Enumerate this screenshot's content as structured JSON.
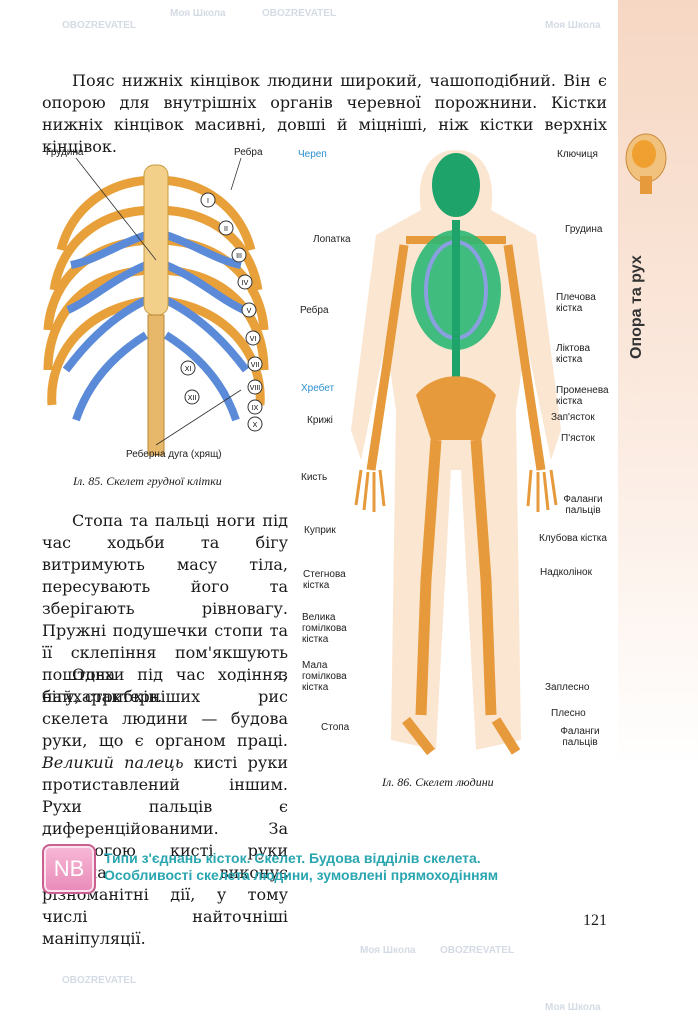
{
  "top_paragraph": "Пояс нижніх кінцівок людини широкий, чашоподібний. Він є опорою для внутрішніх органів черевної порожнини. Кістки нижніх кінцівок масивні, довші й міцніші, ніж кістки верхніх кінцівок.",
  "sidebar": {
    "title": "Опора та рух"
  },
  "figure85": {
    "caption": "Іл. 85. Скелет грудної клітки",
    "labels": {
      "grudyna": "Грудина",
      "rebra": "Ребра",
      "arc": "Реберна дуга (хрящ)"
    },
    "roman": [
      "I",
      "II",
      "III",
      "IV",
      "V",
      "VI",
      "VII",
      "VIII",
      "IX",
      "X",
      "XI",
      "XII"
    ]
  },
  "figure86": {
    "caption": "Іл. 86. Скелет людини",
    "labels": {
      "cherep": "Череп",
      "klyuchytsia": "Ключиця",
      "lopatka": "Лопатка",
      "grudyna": "Грудина",
      "rebra": "Ребра",
      "plechova": "Плечова кістка",
      "liktova": "Ліктова кістка",
      "khrebet": "Хребет",
      "promeneva": "Променева кістка",
      "kryzhi": "Крижі",
      "zapiastok": "Зап'ясток",
      "piastok": "П'ясток",
      "kyst": "Кисть",
      "falangy_palcia_hand": "Фаланги пальців",
      "kupryk": "Куприк",
      "klubova": "Клубова кістка",
      "stegnova": "Стегнова кістка",
      "nadkolinok": "Надколінок",
      "velyka": "Велика гомілкова кістка",
      "mala": "Мала гомілкова кістка",
      "zaplesno": "Заплесно",
      "plesno": "Плесно",
      "stopa": "Стопа",
      "falangy_palciv_foot": "Фаланги пальців"
    }
  },
  "paragraph_foot": "Стопа та пальці ноги під час ходьби та бігу витримують масу тіла, пересувають його та зберігають рівновагу. Пружні подушечки стопи та її склепіння пом'якшують поштовхи під час ходіння, бігу, стрибків.",
  "paragraph_hand_a": "Одна з найхарактерніших рис скелета людини — будова руки, що є органом праці. ",
  "paragraph_hand_italic": "Великий палець",
  "paragraph_hand_b": " кисті руки протиставлений іншим. Рухи пальців є диференційованими. За допомогою кисті руки людина виконує різноманітні дії, у тому числі найточніші маніпуляції.",
  "nb": {
    "icon_text": "NB",
    "line1": "Типи з'єднань кісток. Скелет. Будова відділів скелета.",
    "line2": "Особливості скелета людини, зумовлені прямоходінням"
  },
  "page_number": "121",
  "watermarks": {
    "a": "Моя Школа",
    "b": "OBOZREVATEL"
  },
  "colors": {
    "accent_teal": "#2aa6b0",
    "label_blue": "#2a8fd0",
    "bone": "#e69a3c",
    "rib_blue": "#5b8bd8",
    "skeleton_green": "#1ea36a"
  }
}
